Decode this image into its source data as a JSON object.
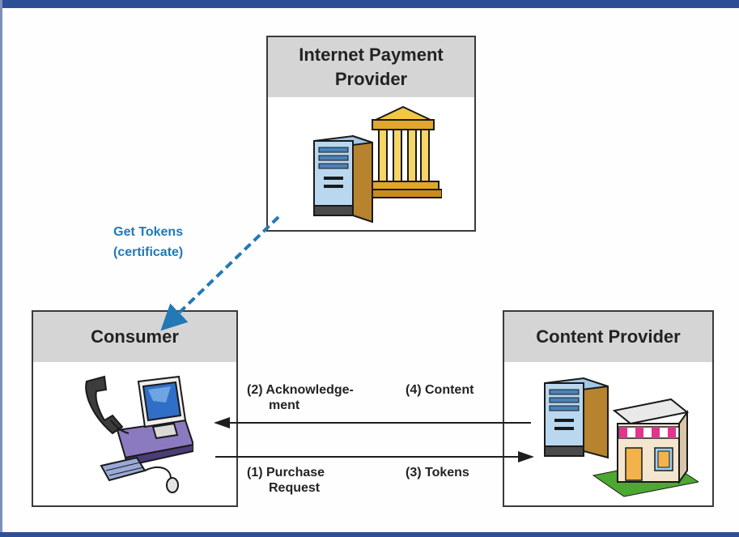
{
  "nodes": {
    "payment_provider": {
      "title_line1": "Internet Payment",
      "title_line2": "Provider"
    },
    "consumer": {
      "title": "Consumer"
    },
    "content_provider": {
      "title": "Content Provider"
    }
  },
  "edges": {
    "get_tokens": {
      "line1": "Get Tokens",
      "line2": "(certificate)"
    },
    "acknowledgement": {
      "line1": "(2) Acknowledge-",
      "line2": "ment"
    },
    "content": {
      "line1": "(4) Content"
    },
    "purchase_request": {
      "line1": "(1) Purchase",
      "line2": "Request"
    },
    "tokens": {
      "line1": "(3) Tokens"
    }
  },
  "colors": {
    "frame": "#2d4f95",
    "header_bg": "#d5d5d5",
    "label_blue": "#2279b5",
    "arrow": "#1e1e1e"
  },
  "icons": {
    "payment_provider": "bank-server-icon",
    "consumer": "phone-computer-icon",
    "content_provider": "server-shop-icon"
  }
}
